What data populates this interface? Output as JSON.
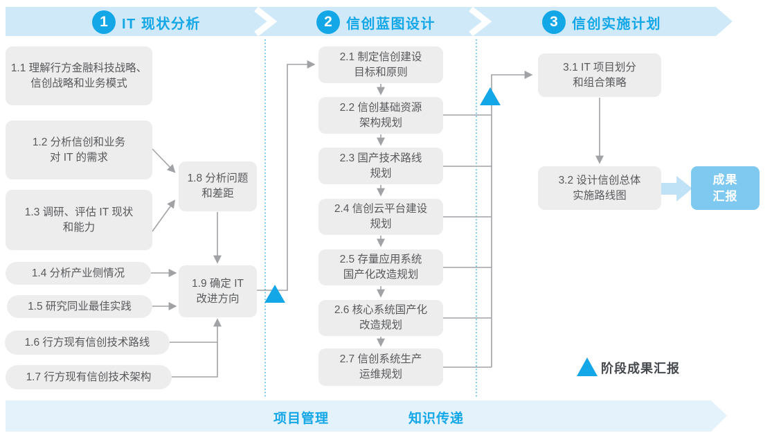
{
  "phases": [
    {
      "number": "1",
      "title": "IT 现状分析"
    },
    {
      "number": "2",
      "title": "信创蓝图设计"
    },
    {
      "number": "3",
      "title": "信创实施计划"
    }
  ],
  "steps": {
    "s11": "1.1 理解行方金融科技战略、\n信创战略和业务模式",
    "s12": "1.2 分析信创和业务\n对 IT 的需求",
    "s13": "1.3 调研、评估 IT 现状\n和能力",
    "s14": "1.4 分析产业侧情况",
    "s15": "1.5 研究同业最佳实践",
    "s16": "1.6 行方现有信创技术路线",
    "s17": "1.7 行方现有信创技术架构",
    "s18": "1.8 分析问题\n和差距",
    "s19": "1.9 确定 IT\n改进方向",
    "s21": "2.1 制定信创建设\n目标和原则",
    "s22": "2.2 信创基础资源\n架构规划",
    "s23": "2.3 国产技术路线\n规划",
    "s24": "2.4 信创云平台建设\n规划",
    "s25": "2.5 存量应用系统\n国产化改造规划",
    "s26": "2.6 核心系统国产化\n改造规划",
    "s27": "2.7 信创系统生产\n运维规划",
    "s31": "3.1 IT 项目划分\n和组合策略",
    "s32": "3.2 设计信创总体\n实施路线图"
  },
  "result_box": {
    "label": "成果\n汇报"
  },
  "legend": {
    "label": "阶段成果汇报"
  },
  "footer": {
    "left_label": "项目管理",
    "right_label": "知识传递"
  },
  "colors": {
    "accent_blue": "#14a7e7",
    "top_band_fill": "#cfe9f9",
    "footer_band_fill": "#e4f2fc",
    "box_fill": "#ededee",
    "box_text": "#58595b",
    "connector_gray": "#a0a2a5",
    "result_box_fill": "#7fc9f0",
    "fat_arrow_fill": "#bfe2f6",
    "dotted_line": "#3db4ea"
  }
}
